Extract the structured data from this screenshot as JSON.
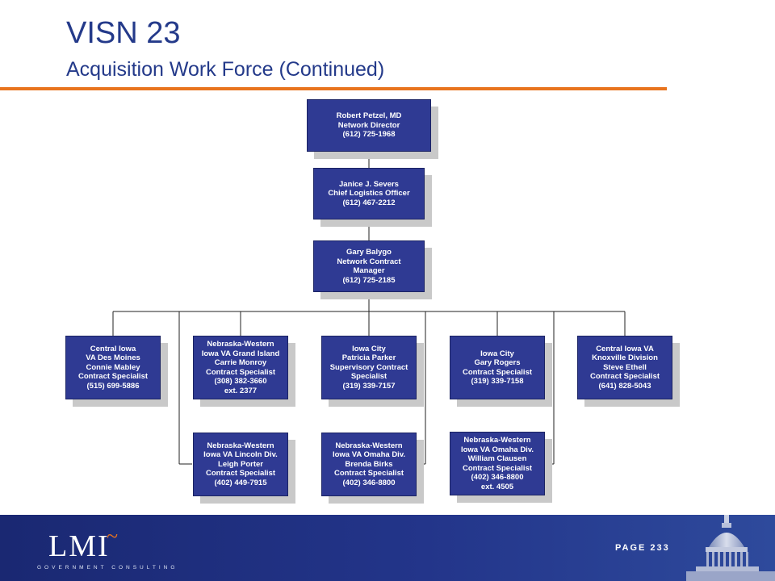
{
  "header": {
    "title": "VISN 23",
    "subtitle": "Acquisition Work Force (Continued)"
  },
  "org_chart": {
    "top": [
      {
        "lines": [
          "Robert Petzel, MD",
          "Network Director",
          "(612) 725-1968"
        ]
      },
      {
        "lines": [
          "Janice J. Severs",
          "Chief Logistics Officer",
          "(612) 467-2212"
        ]
      },
      {
        "lines": [
          "Gary Balygo",
          "Network Contract",
          "Manager",
          "(612) 725-2185"
        ]
      }
    ],
    "row1": [
      {
        "lines": [
          "Central Iowa",
          "VA Des Moines",
          "Connie Mabley",
          "Contract Specialist",
          "(515) 699-5886"
        ]
      },
      {
        "lines": [
          "Nebraska-Western",
          "Iowa VA Grand Island",
          "Carrie Monroy",
          "Contract Specialist",
          "(308) 382-3660",
          "ext. 2377"
        ]
      },
      {
        "lines": [
          "Iowa City",
          "Patricia Parker",
          "Supervisory Contract",
          "Specialist",
          "(319) 339-7157"
        ]
      },
      {
        "lines": [
          "Iowa City",
          "Gary Rogers",
          "Contract Specialist",
          "(319) 339-7158"
        ]
      },
      {
        "lines": [
          "Central Iowa VA",
          "Knoxville Division",
          "Steve Ethell",
          "Contract Specialist",
          "(641) 828-5043"
        ]
      }
    ],
    "row2": [
      {
        "lines": [
          "Nebraska-Western",
          "Iowa VA Lincoln Div.",
          "Leigh Porter",
          "Contract Specialist",
          "(402) 449-7915"
        ]
      },
      {
        "lines": [
          "Nebraska-Western",
          "Iowa VA Omaha Div.",
          "Brenda Birks",
          "Contract Specialist",
          "(402) 346-8800"
        ]
      },
      {
        "lines": [
          "Nebraska-Western",
          "Iowa VA Omaha Div.",
          "William Clausen",
          "Contract Specialist",
          "(402) 346-8800",
          "ext. 4505"
        ]
      }
    ]
  },
  "footer": {
    "logo_text": "LMI",
    "logo_tilde": "~",
    "logo_subtitle": "GOVERNMENT CONSULTING",
    "page_label": "PAGE 233"
  },
  "colors": {
    "title": "#243a8a",
    "accent": "#e8741e",
    "box_fill": "#2f3a93",
    "footer": "#1a2872"
  }
}
